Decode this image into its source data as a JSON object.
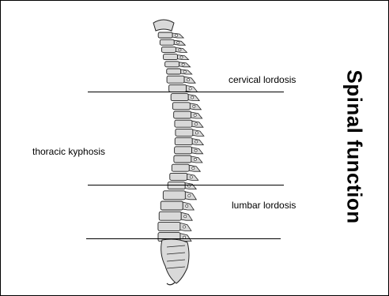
{
  "slide": {
    "title": "Spinal function",
    "labels": {
      "cervical": "cervical lordosis",
      "thoracic": "thoracic kyphosis",
      "lumbar": "lumbar lordosis"
    }
  },
  "colors": {
    "line": "#000000",
    "bone_fill": "#d9d9d9",
    "bone_outline": "#222222",
    "background": "#ffffff"
  }
}
